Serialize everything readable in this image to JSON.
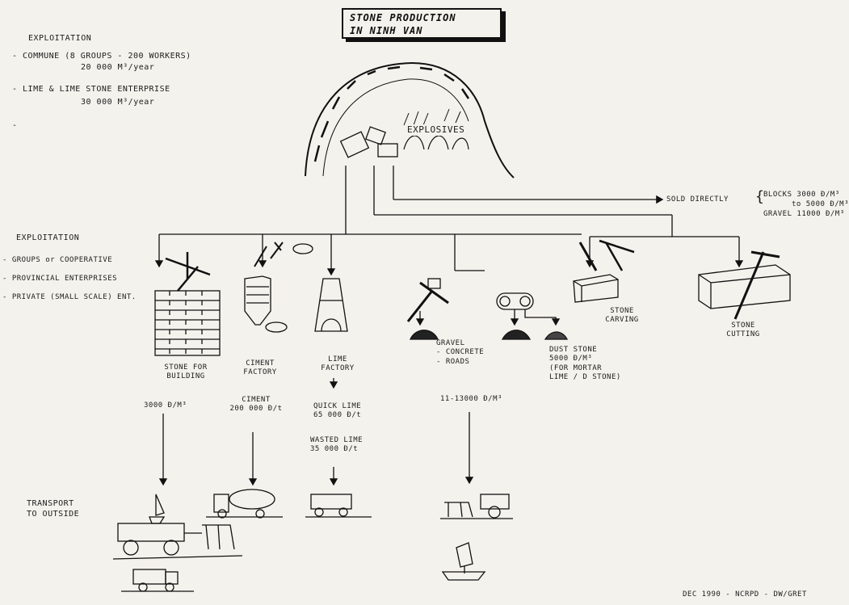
{
  "title": {
    "line1": "STONE PRODUCTION",
    "line2": "IN NINH VAN"
  },
  "exploitation_top": {
    "heading": "EXPLOITATION",
    "item1_a": "- COMMUNE (8 GROUPS - 200 WORKERS)",
    "item1_b": "20 000 M³/year",
    "item2_a": "- LIME & LIME STONE ENTERPRISE",
    "item2_b": "30 000 M³/year",
    "item3": "-"
  },
  "quarry_label": "EXPLOSIVES",
  "sold_directly": {
    "label": "SOLD DIRECTLY",
    "blocks_a": "BLOCKS 3000 Đ/M³",
    "blocks_b": "to 5000 Đ/M³",
    "gravel": "GRAVEL 11000 Đ/M³"
  },
  "exploitation_left": {
    "heading": "EXPLOITATION",
    "item1": "- GROUPS or COOPERATIVE",
    "item2": "- PROVINCIAL ENTERPRISES",
    "item3": "- PRIVATE (SMALL SCALE) ENT."
  },
  "branches": {
    "building": {
      "label_a": "STONE FOR",
      "label_b": "BUILDING",
      "price": "3000 Đ/M³"
    },
    "ciment": {
      "label_a": "CIMENT",
      "label_b": "FACTORY",
      "price_a": "CIMENT",
      "price_b": "200 000 Đ/t"
    },
    "lime": {
      "label_a": "LIME",
      "label_b": "FACTORY",
      "quick_a": "QUICK LIME",
      "quick_b": "65 000 Đ/t",
      "wasted_a": "WASTED LIME",
      "wasted_b": "35 000 Đ/t"
    },
    "gravel": {
      "label_a": "GRAVEL",
      "label_b": "- CONCRETE",
      "label_c": "- ROADS",
      "price": "11-13000 Đ/M³"
    },
    "dust": {
      "label_a": "DUST STONE",
      "label_b": "5000 Đ/M³",
      "label_c": "(FOR MORTAR",
      "label_d": "LIME / D STONE)"
    },
    "carving": {
      "label_a": "STONE",
      "label_b": "CARVING"
    },
    "cutting": {
      "label_a": "STONE",
      "label_b": "CUTTING"
    }
  },
  "transport": {
    "label_a": "TRANSPORT",
    "label_b": "TO OUTSIDE"
  },
  "footer": "DEC 1990 - NCRPD - DW/GRET"
}
